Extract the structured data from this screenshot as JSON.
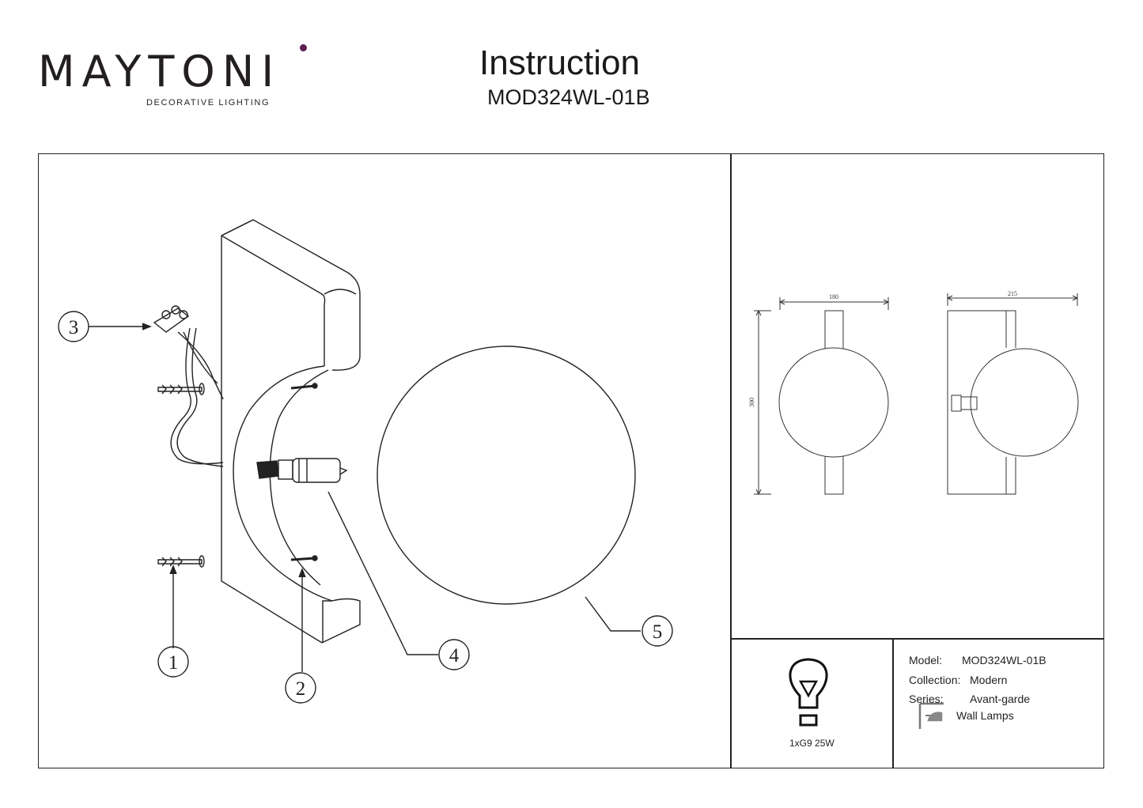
{
  "brand": {
    "name": "MAYTONI",
    "tagline": "DECORATIVE LIGHTING",
    "accent_color": "#5b1f52"
  },
  "document": {
    "title": "Instruction",
    "model_code": "MOD324WL-01B"
  },
  "exploded_view": {
    "callouts": [
      "1",
      "2",
      "3",
      "4",
      "5"
    ]
  },
  "dimensions": {
    "width_front": "180",
    "width_side": "215",
    "height": "300"
  },
  "specs": {
    "bulb_icon": "bulb-icon",
    "lamp_spec": "1xG9 25W",
    "model_label": "Model:",
    "model_value": "MOD324WL-01B",
    "collection_label": "Collection:",
    "collection_value": "Modern",
    "series_label": "Series:",
    "series_value": "Avant-garde",
    "type_icon": "wall-lamp-icon",
    "type_value": "Wall Lamps"
  }
}
